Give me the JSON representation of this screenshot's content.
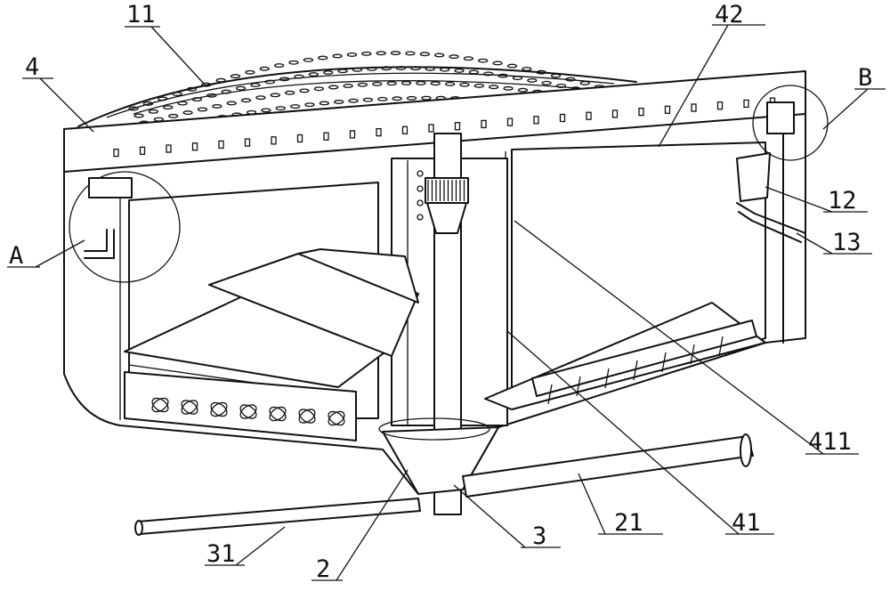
{
  "figure": {
    "labels": {
      "l11": "11",
      "l42": "42",
      "l4": "4",
      "lB": "B",
      "lA": "A",
      "l12": "12",
      "l13": "13",
      "l411": "411",
      "l21": "21",
      "l41": "41",
      "l3": "3",
      "l31": "31",
      "l2": "2"
    },
    "line_color": "#111111",
    "background": "#ffffff"
  }
}
